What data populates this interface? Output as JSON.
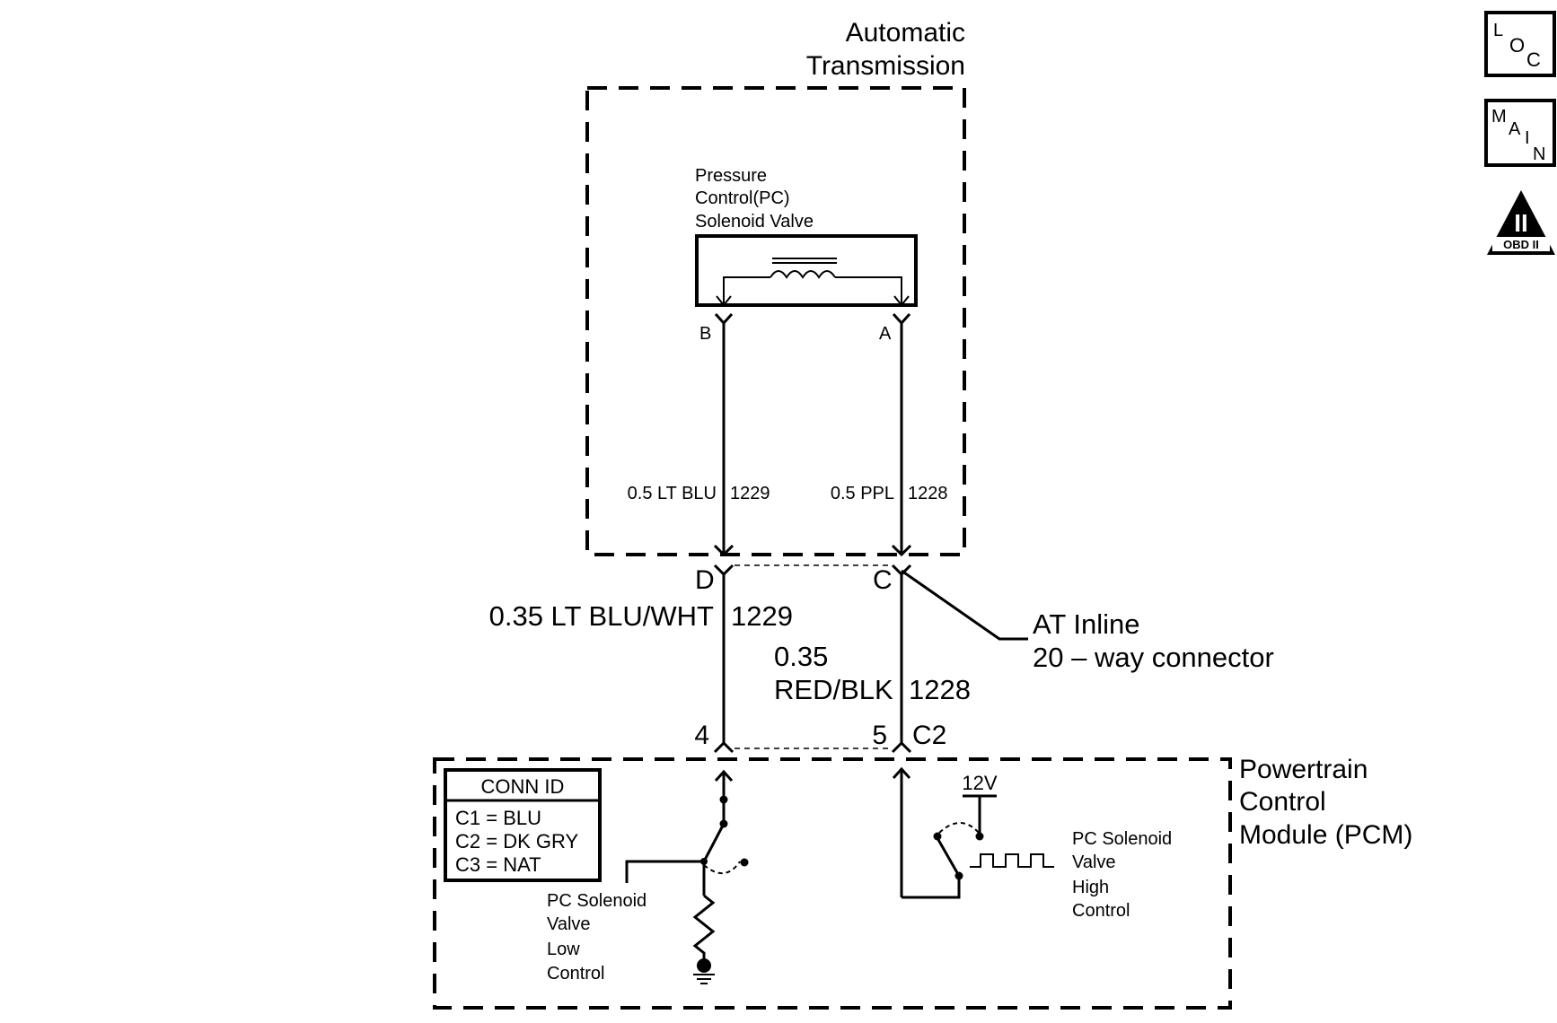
{
  "transmission": {
    "title_line1": "Automatic",
    "title_line2": "Transmission",
    "solenoid_line1": "Pressure",
    "solenoid_line2": "Control(PC)",
    "solenoid_line3": "Solenoid Valve",
    "pin_b": "B",
    "pin_a": "A",
    "wire_left": "0.5 LT BLU",
    "wire_left_circuit": "1229",
    "wire_right": "0.5 PPL",
    "wire_right_circuit": "1228"
  },
  "inline_connector": {
    "pin_d": "D",
    "pin_c": "C",
    "label_line1": "AT Inline",
    "label_line2": "20 – way connector"
  },
  "harness": {
    "left_wire": "0.35 LT BLU/WHT",
    "left_circuit": "1229",
    "right_wire_line1": "0.35",
    "right_wire_line2": "RED/BLK",
    "right_circuit": "1228"
  },
  "pcm": {
    "pin_4": "4",
    "pin_5": "5",
    "connector": "C2",
    "title_line1": "Powertrain",
    "title_line2": "Control",
    "title_line3": "Module (PCM)",
    "conn_id": {
      "header": "CONN ID",
      "rows": [
        "C1 = BLU",
        "C2 = DK GRY",
        "C3 = NAT"
      ]
    },
    "low_control": [
      "PC Solenoid",
      "Valve",
      "Low",
      "Control"
    ],
    "high_control": [
      "PC Solenoid",
      "Valve",
      "High",
      "Control"
    ],
    "voltage": "12V"
  },
  "nav": {
    "loc_letters": [
      "L",
      "O",
      "C"
    ],
    "main_letters": [
      "M",
      "A",
      "I",
      "N"
    ],
    "obd_numeral": "II",
    "obd_label": "OBD II",
    "loc_icon": "loc-button",
    "main_icon": "main-button",
    "obd_icon": "obd-ii-triangle"
  }
}
